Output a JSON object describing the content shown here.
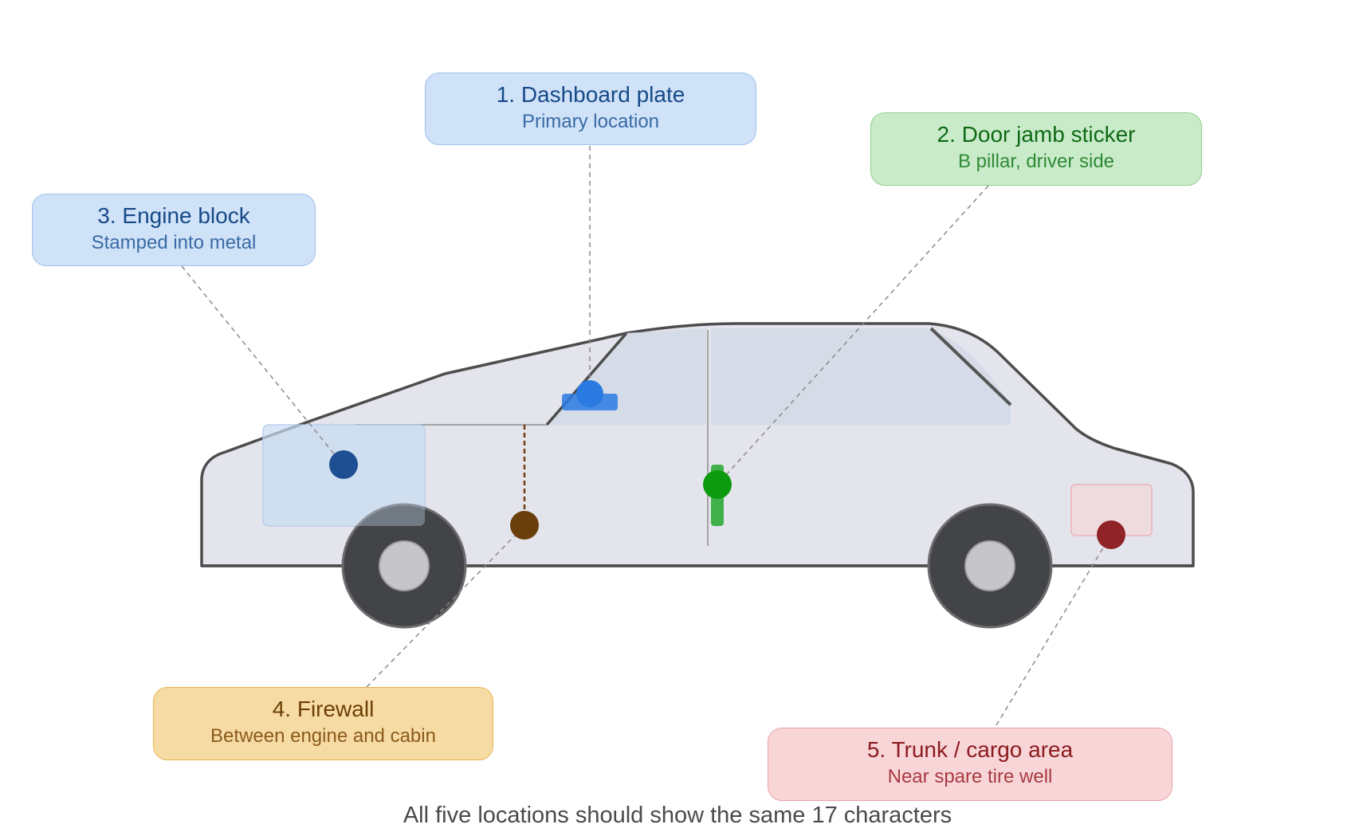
{
  "callouts": {
    "dashboard": {
      "title": "1. Dashboard plate",
      "subtitle": "Primary location"
    },
    "doorjamb": {
      "title": "2. Door jamb sticker",
      "subtitle": "B pillar, driver side"
    },
    "engine": {
      "title": "3. Engine block",
      "subtitle": "Stamped into metal"
    },
    "firewall": {
      "title": "4. Firewall",
      "subtitle": "Between engine and cabin"
    },
    "trunk": {
      "title": "5. Trunk / cargo area",
      "subtitle": "Near spare tire well"
    }
  },
  "caption": "All five locations should show the same 17 characters",
  "colors": {
    "dashboard_marker": "#2a7ae2",
    "doorjamb_marker": "#0e9a0e",
    "engine_marker": "#1f4f93",
    "firewall_marker": "#6b3f0c",
    "trunk_marker": "#8f2327",
    "car_body": "#e4e5ec",
    "car_outline": "#4d4d4d",
    "window": "#d6dbe8",
    "tire": "#434448",
    "hubcap": "#c6c6ca"
  }
}
